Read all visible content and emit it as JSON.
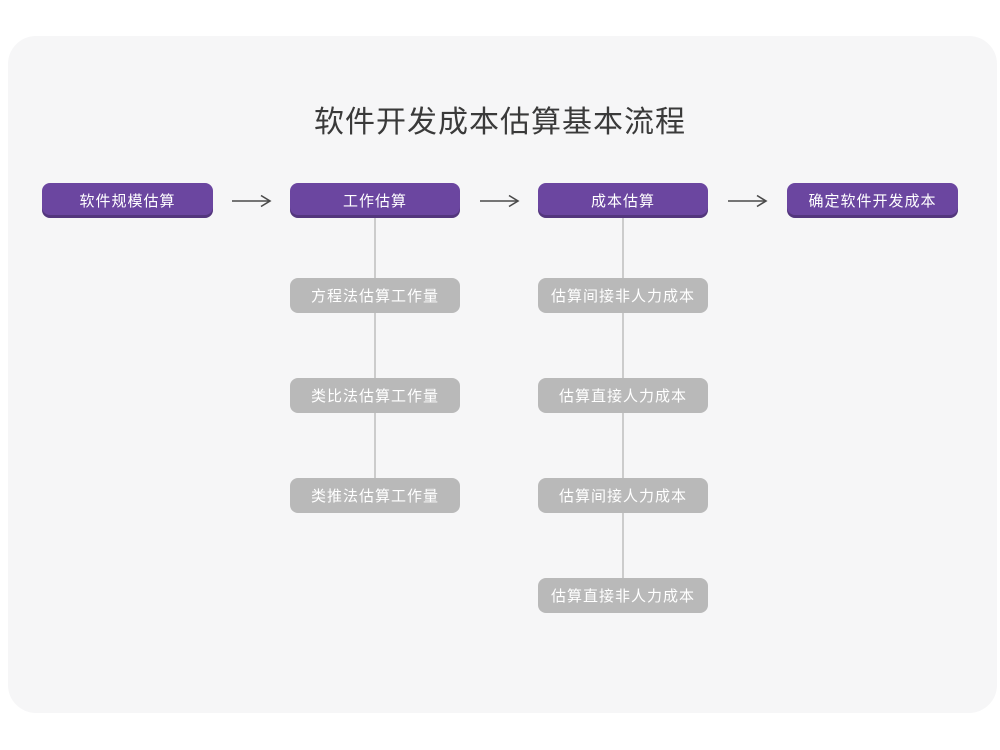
{
  "title": "软件开发成本估算基本流程",
  "colors": {
    "canvas_bg": "#ffffff",
    "card_bg": "#f6f6f7",
    "primary": "#6b46a0",
    "gray_box": "#b9b9b9",
    "connector": "#cccccc",
    "arrow": "#4a4a4a",
    "title_text": "#3a3a3a",
    "box_text": "#ffffff"
  },
  "flow": {
    "main_steps": [
      {
        "label": "软件规模估算"
      },
      {
        "label": "工作估算"
      },
      {
        "label": "成本估算"
      },
      {
        "label": "确定软件开发成本"
      }
    ],
    "work_substeps": [
      "方程法估算工作量",
      "类比法估算工作量",
      "类推法估算工作量"
    ],
    "cost_substeps": [
      "估算间接非人力成本",
      "估算直接人力成本",
      "估算间接人力成本",
      "估算直接非人力成本"
    ]
  }
}
